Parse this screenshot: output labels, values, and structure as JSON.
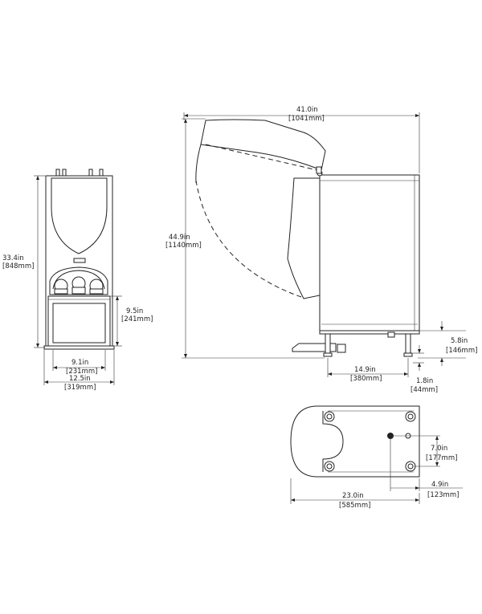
{
  "views": {
    "front": {
      "height": {
        "in": "33.4in",
        "mm": "[848mm]"
      },
      "door_height": {
        "in": "9.5in",
        "mm": "[241mm]"
      },
      "door_width": {
        "in": "9.1in",
        "mm": "[231mm]"
      },
      "overall_width": {
        "in": "12.5in",
        "mm": "[319mm]"
      }
    },
    "side": {
      "overall_depth": {
        "in": "41.0in",
        "mm": "[1041mm]"
      },
      "height_open": {
        "in": "44.9in",
        "mm": "[1140mm]"
      },
      "front_leg_setback": {
        "in": "5.8in",
        "mm": "[146mm]"
      },
      "leg_spacing": {
        "in": "14.9in",
        "mm": "[380mm]"
      },
      "leg_height": {
        "in": "1.8in",
        "mm": "[44mm]"
      }
    },
    "top": {
      "foot_offset_side": {
        "in": "7.0in",
        "mm": "[177mm]"
      },
      "depth": {
        "in": "23.0in",
        "mm": "[585mm]"
      },
      "foot_offset_rear": {
        "in": "4.9in",
        "mm": "[123mm]"
      }
    }
  }
}
